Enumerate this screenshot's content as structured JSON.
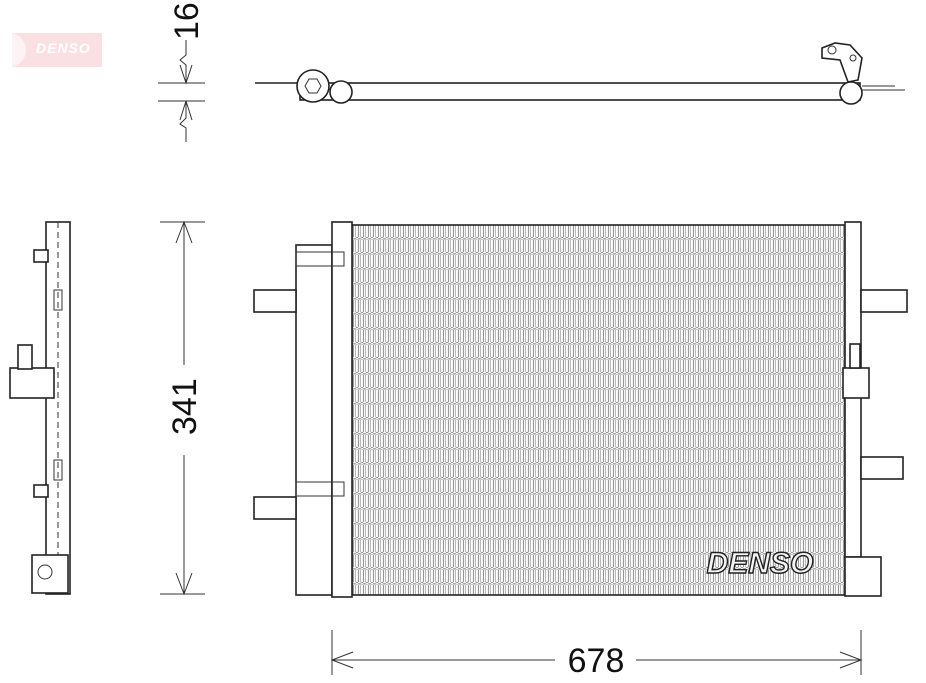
{
  "brand_logo": "DENSO",
  "watermark": "DENSO",
  "dimensions": {
    "thickness": "16",
    "height": "341",
    "width": "678"
  },
  "colors": {
    "logo_bg": "#fbe0e3",
    "line": "#222222"
  }
}
